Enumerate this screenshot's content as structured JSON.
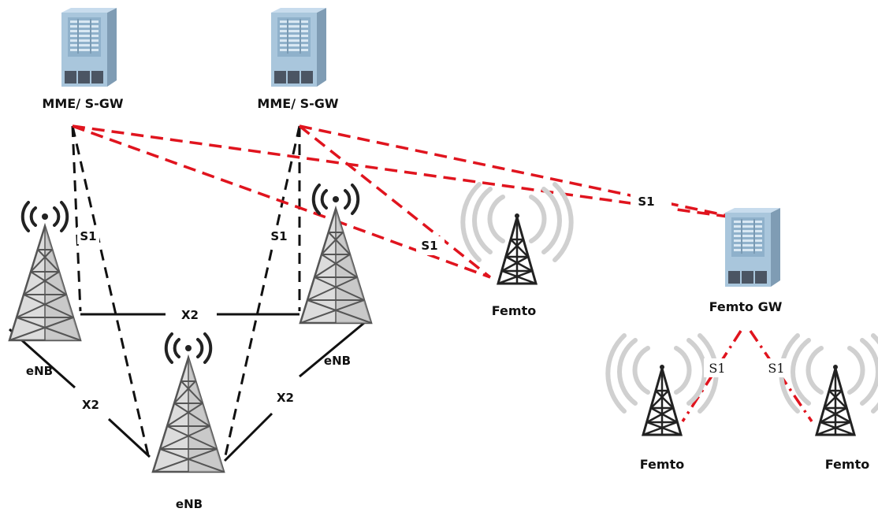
{
  "diagram": {
    "nodes": {
      "mme1": {
        "label": "MME/ S-GW",
        "icon": "server-icon"
      },
      "mme2": {
        "label": "MME/ S-GW",
        "icon": "server-icon"
      },
      "femto_gw": {
        "label": "Femto GW",
        "icon": "server-icon"
      },
      "enb_left": {
        "label": "eNB",
        "icon": "cell-tower-icon"
      },
      "enb_right": {
        "label": "eNB",
        "icon": "cell-tower-icon"
      },
      "enb_bottom": {
        "label": "eNB",
        "icon": "cell-tower-icon"
      },
      "femto_center": {
        "label": "Femto",
        "icon": "femto-tower-icon"
      },
      "femto_low_left": {
        "label": "Femto",
        "icon": "femto-tower-icon"
      },
      "femto_low_right": {
        "label": "Femto",
        "icon": "femto-tower-icon"
      }
    },
    "link_labels": {
      "s1_left": "S1",
      "s1_mid": "S1",
      "s1_femto": "S1",
      "s1_femtogw": "S1",
      "s1_gw_left": "S1",
      "s1_gw_right": "S1",
      "x2_top": "X2",
      "x2_left": "X2",
      "x2_right": "X2"
    },
    "colors": {
      "s1_core": "#e0141e",
      "s1_access": "#111111",
      "x2": "#111111",
      "server_body": "#a9c6dc",
      "tower": "#555555",
      "femto_signal": "#cfcfcf"
    }
  }
}
